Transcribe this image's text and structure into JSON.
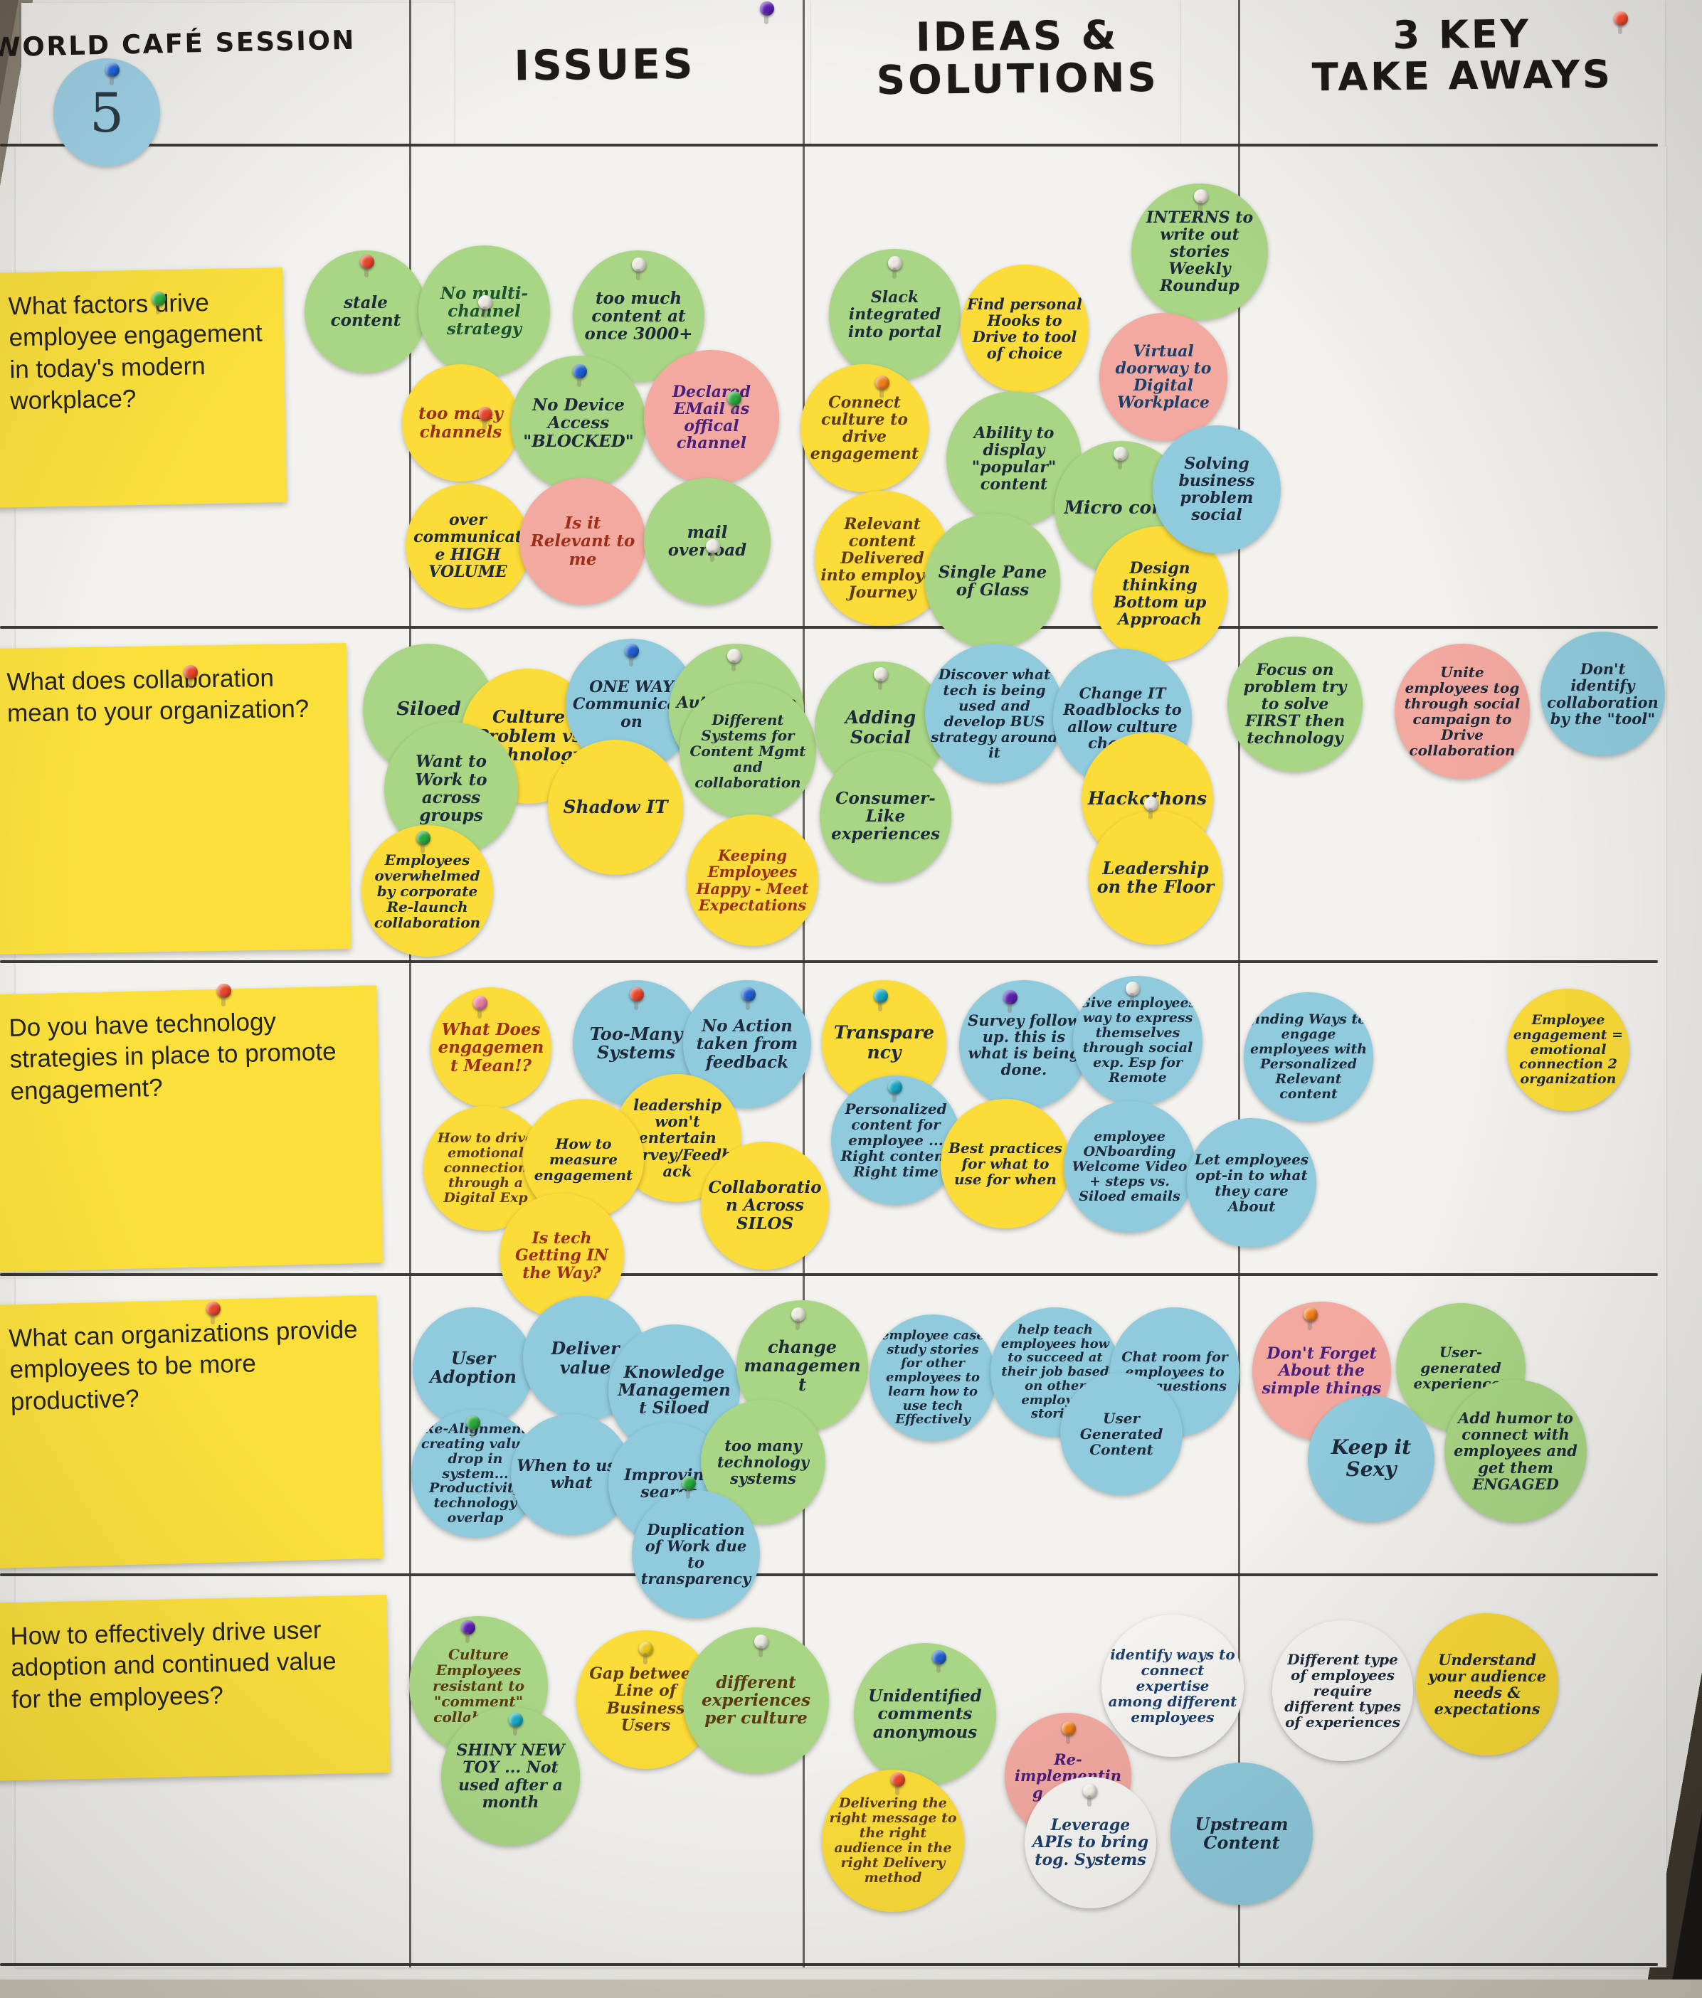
{
  "board": {
    "session_title": "WORLD CAFÉ SESSION",
    "session_number": "5",
    "columns": [
      {
        "id": "issues",
        "label": "ISSUES"
      },
      {
        "id": "ideas",
        "label": "IDEAS &\nSOLUTIONS"
      },
      {
        "id": "takeaways",
        "label": "3 KEY\nTAKE AWAYS"
      }
    ],
    "colors": {
      "question_card": "#fbe03c",
      "green_note": "#a9d684",
      "yellow_note": "#fbdc38",
      "blue_note": "#8fcbdd",
      "pink_note": "#f2a9a0",
      "white_note": "#f6f5f1"
    }
  },
  "rows": [
    {
      "id": "row-1",
      "question": "What factors drive employee engagement in today's modern workplace?",
      "issues": [
        "stale content",
        "No multi-channel strategy",
        "too much content at once 3000+",
        "too many channels",
        "No Device Access \"BLOCKED\"",
        "Declared EMail as offical channel",
        "over communicate HIGH VOLUME",
        "Is it Relevant to me",
        "mail overload"
      ],
      "ideas": [
        "Slack integrated into portal",
        "Find personal Hooks to Drive to tool of choice",
        "Connect culture to drive engagement",
        "Ability to display \"popular\" content",
        "Relevant content Delivered into employee Journey",
        "Single Pane of Glass",
        "Micro cont.",
        "Design thinking Bottom up Approach"
      ],
      "takeaways": [
        "INTERNS to write out stories Weekly Roundup",
        "Virtual doorway to Digital Workplace",
        "Solving business problem social"
      ]
    },
    {
      "id": "row-2",
      "question": "What does collaboration mean to your organization?",
      "issues": [
        "Siloed",
        "Culture Problem vs Technology",
        "ONE WAY Communication",
        "Authentication",
        "Different Systems for Content Mgmt and collaboration",
        "Want to Work to across groups",
        "Shadow IT",
        "Employees overwhelmed by corporate Re-launch collaboration",
        "Keeping Employees Happy - Meet Expectations"
      ],
      "ideas": [
        "Adding Social",
        "Discover what tech is being used and develop BUS strategy around it",
        "Change IT Roadblocks to allow culture changes",
        "Consumer-Like experiences",
        "Hackathons",
        "Leadership on the Floor"
      ],
      "takeaways": [
        "Focus on problem try to solve FIRST then technology",
        "Unite employees tog through social campaign to Drive collaboration",
        "Don't identify collaboration by the \"tool\""
      ]
    },
    {
      "id": "row-3",
      "question": "Do you have technology strategies in place to promote engagement?",
      "issues": [
        "What Does engagement Mean!?",
        "Too-Many Systems",
        "No Action taken from feedback",
        "leadership won't entertain survey/Feedback",
        "How to drive emotional connection through a Digital Exp",
        "How to measure engagement",
        "Is tech Getting IN the Way?",
        "Collaboration Across SILOS"
      ],
      "ideas": [
        "Transparency",
        "Survey follow up. this is what is being done.",
        "Give employees way to express themselves through social exp. Esp for Remote",
        "Personalized content for employee ... Right content Right time",
        "Best practices for what to use for when",
        "employee ONboarding Welcome Video + steps vs. Siloed emails",
        "Let employees opt-in to what they care About"
      ],
      "takeaways": [
        "finding Ways to engage employees with Personalized Relevant content",
        "Employee engagement = emotional connection 2 organization"
      ]
    },
    {
      "id": "row-4",
      "question": "What can organizations provide employees to be more productive?",
      "issues": [
        "User Adoption",
        "Deliver value",
        "Knowledge Management Siloed",
        "change management",
        "Re-Alignment creating value drop in system... Productivity technology overlap",
        "When to use what",
        "Improving search",
        "too many technology systems",
        "Duplication of Work due to transparency"
      ],
      "ideas": [
        "employee case study stories for other employees to learn how to use tech Effectively",
        "help teach employees how to succeed at their job based on other employee stories",
        "Chat room for employees to ask questions",
        "User Generated Content"
      ],
      "takeaways": [
        "Don't Forget About the simple things",
        "User-generated experiences",
        "Keep it Sexy",
        "Add humor to connect with employees and get them ENGAGED"
      ]
    },
    {
      "id": "row-5",
      "question": "How to effectively drive user adoption and continued value for the employees?",
      "issues": [
        "Culture Employees resistant to \"comment\" collaborate",
        "Gap between Line of Business Users",
        "different experiences per culture",
        "SHINY NEW TOY ... Not used after a month"
      ],
      "ideas": [
        "Unidentified comments anonymous",
        "Re-implementing search",
        "Delivering the right message to the right audience in the right Delivery method",
        "Leverage APIs to bring tog. Systems",
        "Upstream Content"
      ],
      "takeaways": [
        "identify ways to connect expertise among different employees",
        "Different type of employees require different types of experiences",
        "Understand your audience needs & expectations"
      ]
    }
  ]
}
